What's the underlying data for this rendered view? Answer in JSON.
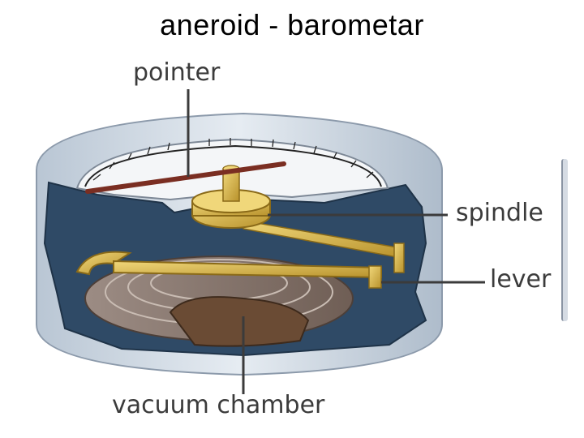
{
  "title": "aneroid - barometar",
  "labels": {
    "pointer": "pointer",
    "spindle": "spindle",
    "lever": "lever",
    "vacuum_chamber": "vacuum chamber"
  },
  "colors": {
    "casing_outer": "#cfd8e3",
    "casing_inner": "#2f4a66",
    "dial_face": "#f4f6f8",
    "brass": "#d9b64a",
    "chamber": "#8b7b72",
    "pointer_needle": "#7a2e22",
    "leader_line": "#3b3b3b"
  }
}
